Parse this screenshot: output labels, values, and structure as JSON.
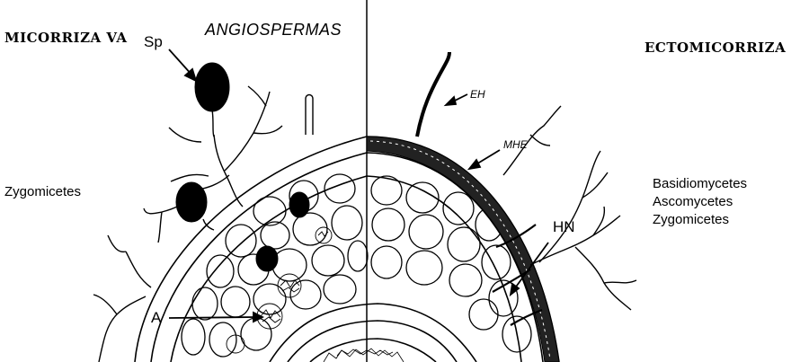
{
  "left_heading": "MICORRIZA VA",
  "right_heading": "ECTOMICORRIZA",
  "title": "ANGIOSPERMAS",
  "labels": {
    "sp": "Sp",
    "eh": "EH",
    "mhe": "MHE",
    "hn": "HN",
    "a": "A"
  },
  "left_fungi": [
    "Zygomicetes"
  ],
  "right_fungi": [
    "Basidiomycetes",
    "Ascomycetes",
    "Zygomicetes"
  ]
}
